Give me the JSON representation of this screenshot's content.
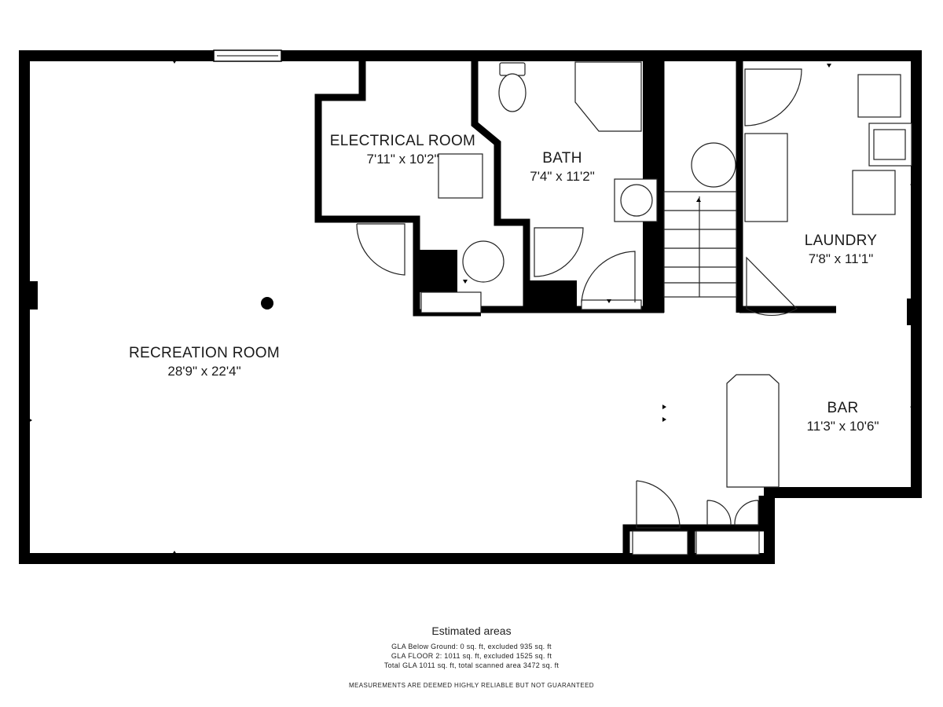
{
  "rooms": [
    {
      "id": "recreation",
      "name": "RECREATION ROOM",
      "dims": "28'9\" x 22'4\""
    },
    {
      "id": "electrical",
      "name": "ELECTRICAL ROOM",
      "dims": "7'11\" x 10'2\""
    },
    {
      "id": "bath",
      "name": "BATH",
      "dims": "7'4\" x 11'2\""
    },
    {
      "id": "laundry",
      "name": "LAUNDRY",
      "dims": "7'8\" x 11'1\""
    },
    {
      "id": "bar",
      "name": "BAR",
      "dims": "11'3\" x 10'6\""
    }
  ],
  "footer": {
    "title": "Estimated areas",
    "lines": [
      "GLA Below Ground: 0 sq. ft, excluded 935 sq. ft",
      "GLA FLOOR 2: 1011 sq. ft, excluded 1525 sq. ft",
      "Total GLA 1011 sq. ft, total scanned area 3472 sq. ft"
    ],
    "disclaimer": "MEASUREMENTS ARE DEEMED HIGHLY RELIABLE BUT NOT GUARANTEED"
  },
  "colors": {
    "wall": "#000000",
    "fixture_stroke": "#222222",
    "background": "#ffffff"
  }
}
